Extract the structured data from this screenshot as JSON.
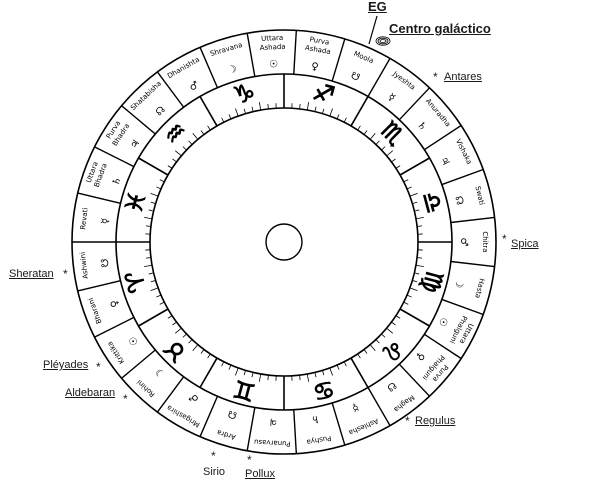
{
  "wheel": {
    "nakshatras": [
      {
        "lines": [
          "Ashwini"
        ],
        "lord": "☋"
      },
      {
        "lines": [
          "Bharani"
        ],
        "lord": "♀"
      },
      {
        "lines": [
          "Krittika"
        ],
        "lord": "☉"
      },
      {
        "lines": [
          "Rohini"
        ],
        "lord": "☽"
      },
      {
        "lines": [
          "Mrigashira"
        ],
        "lord": "♂"
      },
      {
        "lines": [
          "Ardra"
        ],
        "lord": "☊"
      },
      {
        "lines": [
          "Punarvasu"
        ],
        "lord": "♃"
      },
      {
        "lines": [
          "Pushya"
        ],
        "lord": "♄"
      },
      {
        "lines": [
          "Ashlesha"
        ],
        "lord": "☿"
      },
      {
        "lines": [
          "Magha"
        ],
        "lord": "☋"
      },
      {
        "lines": [
          "Purva",
          "Phalguni"
        ],
        "lord": "♀"
      },
      {
        "lines": [
          "Uttara",
          "Phalguni"
        ],
        "lord": "☉"
      },
      {
        "lines": [
          "Hasta"
        ],
        "lord": "☽"
      },
      {
        "lines": [
          "Chitra"
        ],
        "lord": "♂"
      },
      {
        "lines": [
          "Swati"
        ],
        "lord": "☊"
      },
      {
        "lines": [
          "Vishaka"
        ],
        "lord": "♃"
      },
      {
        "lines": [
          "Anuradha"
        ],
        "lord": "♄"
      },
      {
        "lines": [
          "Jyeshta"
        ],
        "lord": "☿"
      },
      {
        "lines": [
          "Moola"
        ],
        "lord": "☋"
      },
      {
        "lines": [
          "Purva",
          "Ashada"
        ],
        "lord": "♀"
      },
      {
        "lines": [
          "Uttara",
          "Ashada"
        ],
        "lord": "☉"
      },
      {
        "lines": [
          "Shravana"
        ],
        "lord": "☽"
      },
      {
        "lines": [
          "Dhanishta"
        ],
        "lord": "♂"
      },
      {
        "lines": [
          "Shatabisha"
        ],
        "lord": "☊"
      },
      {
        "lines": [
          "Purva",
          "Bhadra"
        ],
        "lord": "♃"
      },
      {
        "lines": [
          "Uttara",
          "Bhadra"
        ],
        "lord": "♄"
      },
      {
        "lines": [
          "Revati"
        ],
        "lord": "☿"
      }
    ],
    "signs": [
      "♈︎",
      "♉︎",
      "♊︎",
      "♋︎",
      "♌︎",
      "♍︎",
      "♎︎",
      "♏︎",
      "♐︎",
      "♑︎",
      "♒︎",
      "♓︎"
    ],
    "galactic_center_symbol": "@"
  },
  "annotations": {
    "eg": "EG",
    "galactic_center": "Centro galáctico",
    "antares": "Antares",
    "spica": "Spica",
    "sheratan": "Sheratan",
    "pleyades": "Pléyades",
    "aldebaran": "Aldebaran",
    "regulus": "Regulus",
    "sirio": "Sirio",
    "pollux": "Pollux",
    "star": "*"
  }
}
